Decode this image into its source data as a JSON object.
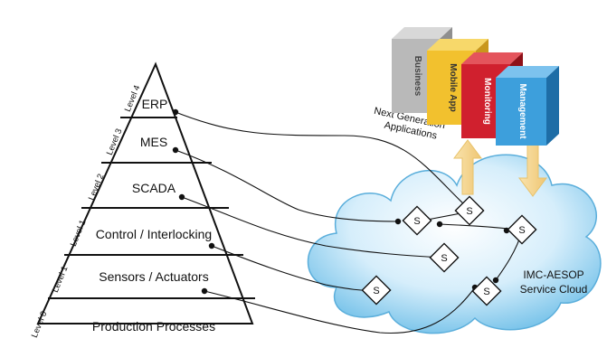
{
  "pyramid": {
    "levels": [
      {
        "label": "ERP",
        "side": "Level 4"
      },
      {
        "label": "MES",
        "side": "Level 3"
      },
      {
        "label": "SCADA",
        "side": "Level 2"
      },
      {
        "label": "Control / Interlocking",
        "side": "Level 1"
      },
      {
        "label": "Sensors / Actuators",
        "side": "Level 1"
      },
      {
        "label": "Production Processes",
        "side": "Level 0"
      }
    ]
  },
  "apps": {
    "caption_line1": "Next Generation",
    "caption_line2": "Applications",
    "boxes": [
      {
        "label": "Business",
        "color": "#b9b9b9"
      },
      {
        "label": "Mobile App",
        "color": "#f2c12e"
      },
      {
        "label": "Monitoring",
        "color": "#d0202e"
      },
      {
        "label": "Management",
        "color": "#3d9fdc"
      }
    ]
  },
  "cloud": {
    "label_line1": "IMC-AESOP",
    "label_line2": "Service Cloud",
    "service_symbol": "S"
  },
  "colors": {
    "cloud_light": "#eaf6fd",
    "cloud_dark": "#6fbfe8",
    "arrow": "#f6d58c"
  }
}
